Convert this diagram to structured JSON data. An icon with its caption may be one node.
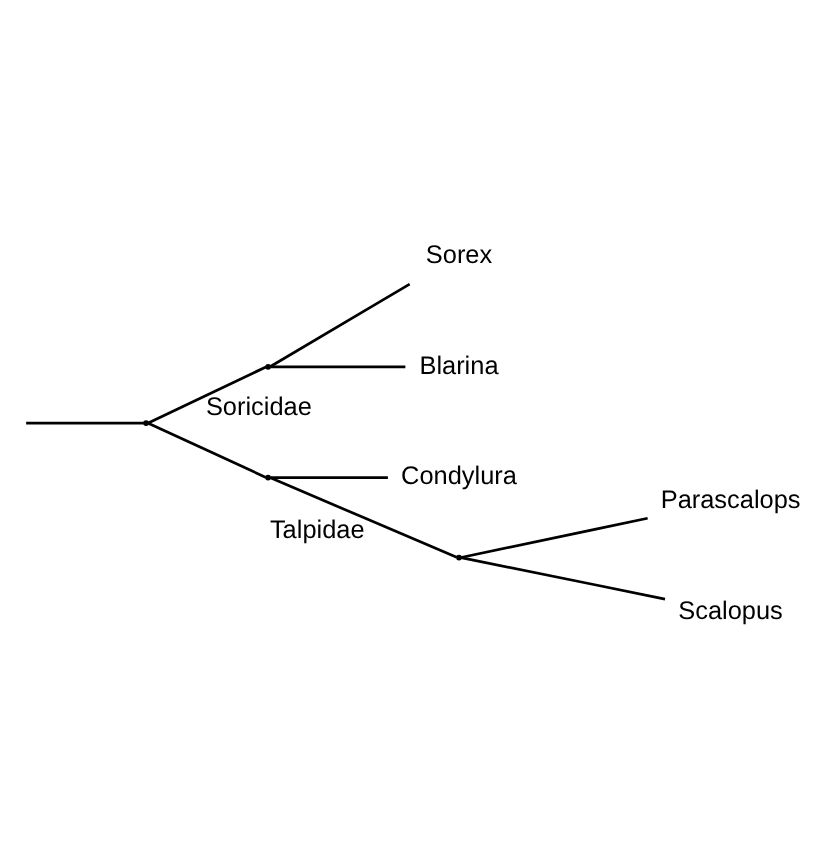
{
  "diagram": {
    "nodes": [
      {
        "text": [],
        "shape": "point"
      },
      {
        "text": [],
        "shape": "point"
      },
      {
        "text": [
          "Sorex"
        ]
      },
      {
        "text": [
          "Blarina"
        ]
      },
      {
        "text": [],
        "shape": "point"
      },
      {
        "text": [
          "Condylura"
        ]
      },
      {
        "text": [],
        "shape": "point"
      },
      {
        "text": [
          "Parascalops"
        ]
      },
      {
        "text": [
          "Scalopus"
        ]
      }
    ],
    "edges": [
      {
        "from": null,
        "to": 0,
        "arrow": "none"
      },
      {
        "from": 0,
        "to": 1,
        "arrow": "none",
        "label": "Soricidae"
      },
      {
        "from": 1,
        "to": 2,
        "arrow": "none"
      },
      {
        "from": 1,
        "to": 3,
        "arrow": "none"
      },
      {
        "from": 0,
        "to": 4,
        "arrow": "none"
      },
      {
        "from": 4,
        "to": 5,
        "arrow": "none"
      },
      {
        "from": 4,
        "to": 6,
        "arrow": "none",
        "label": "Talpidae"
      },
      {
        "from": 6,
        "to": 7,
        "arrow": "none"
      },
      {
        "from": 6,
        "to": 8,
        "arrow": "none"
      }
    ]
  }
}
